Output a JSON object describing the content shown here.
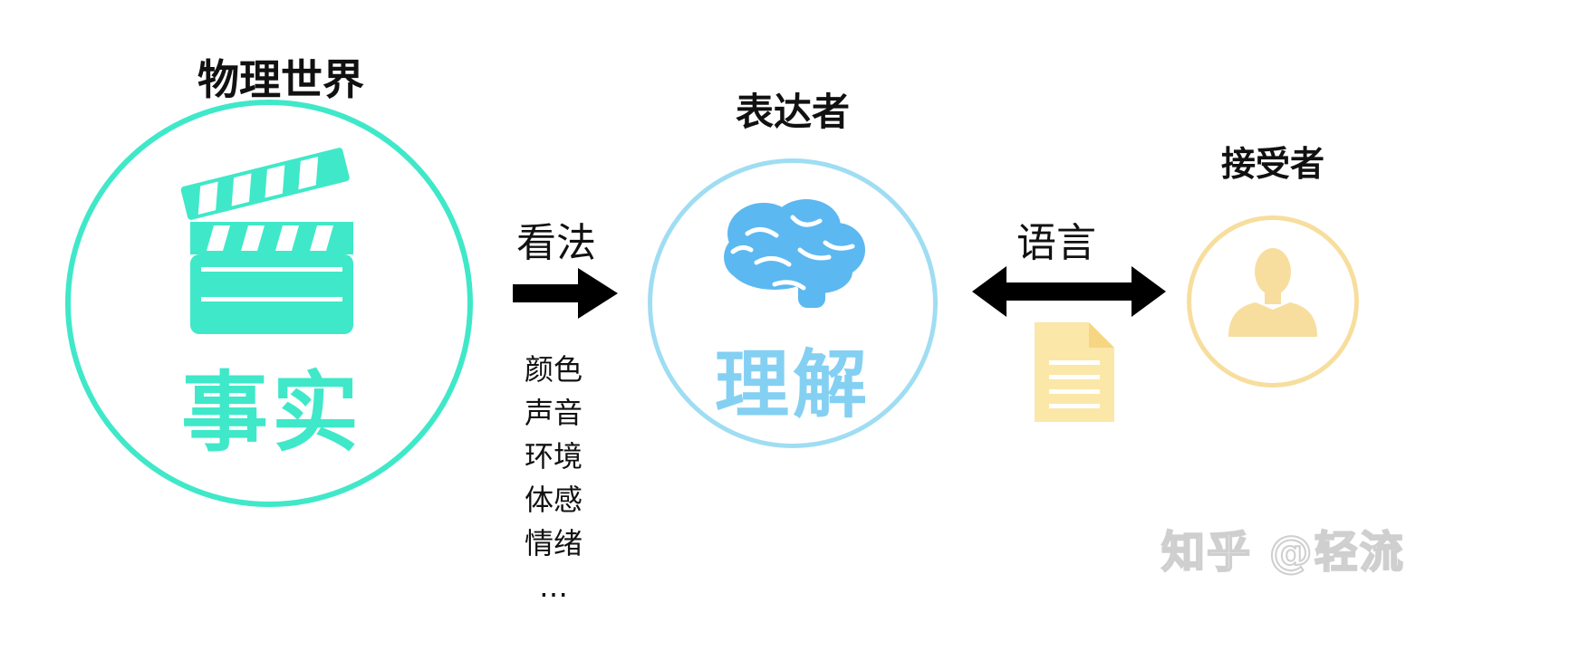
{
  "physical_world": {
    "heading": "物理世界",
    "center_word": "事实",
    "icon": "clapperboard-icon",
    "color": "#3FE8C8"
  },
  "view_arrow": {
    "label": "看法",
    "items": [
      "颜色",
      "声音",
      "环境",
      "体感",
      "情绪",
      "…"
    ]
  },
  "expresser": {
    "heading": "表达者",
    "center_word": "理解",
    "icon": "brain-icon",
    "color": "#7FD3F0",
    "icon_color": "#5CB8F0"
  },
  "language_arrow": {
    "label": "语言",
    "icon": "document-icon",
    "doc_color": "#FBE7A8"
  },
  "receiver": {
    "heading": "接受者",
    "icon": "user-icon",
    "color": "#F7DE9E"
  },
  "watermark": "知乎 @轻流"
}
